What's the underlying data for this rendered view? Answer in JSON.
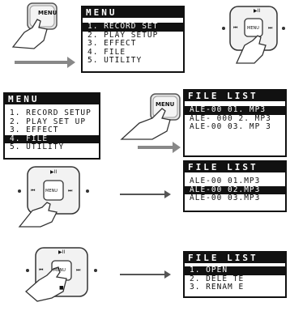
{
  "button_labels": {
    "menu": "MENU",
    "play": "▶II",
    "prev": "⏮",
    "next": "⏭",
    "stop": "■"
  },
  "panel1": {
    "title": "MENU",
    "rows": [
      "1. RECORD SET",
      "2. PLAY SETUP",
      "3. EFFECT",
      "4. FILE",
      "5. UTILITY"
    ],
    "selected": 0
  },
  "panel2": {
    "title": "MENU",
    "rows": [
      "1. RECORD SETUP",
      "2. PLAY SET UP",
      "3. EFFECT",
      "4. FILE",
      "5. UTILITY"
    ],
    "selected": 3
  },
  "panel3": {
    "title": "FILE LIST",
    "rows": [
      "ALE-00 01. MP3",
      "ALE- 000 2. MP3",
      "ALE-00 03. MP 3"
    ],
    "selected": 0
  },
  "panel4": {
    "title": "FILE LIST",
    "rows": [
      "ALE-00 01.MP3",
      "ALE-00 02.MP3",
      "ALE-00 03.MP3"
    ],
    "selected": 1
  },
  "panel5": {
    "title": "FILE LIST",
    "rows": [
      "1. OPEN",
      "2. DELE TE",
      "3. RENAM E"
    ],
    "selected": 0
  }
}
